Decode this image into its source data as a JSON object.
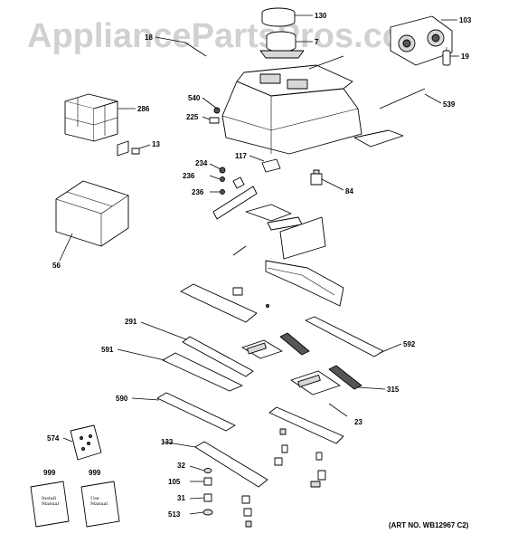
{
  "watermark": "AppliancePartsPros.com",
  "art_number": "(ART NO. WB12967 C2)",
  "manual_text": {
    "left": [
      "Install",
      "Manual"
    ],
    "right": [
      "Use",
      "Manual"
    ]
  },
  "labels": {
    "l130": "130",
    "l103": "103",
    "l18": "18",
    "l7": "7",
    "l19": "19",
    "l540": "540",
    "l286": "286",
    "l225": "225",
    "l539": "539",
    "l13": "13",
    "l117": "117",
    "l234": "234",
    "l236a": "236",
    "l236b": "236",
    "l84": "84",
    "l56": "56",
    "l291": "291",
    "l592": "592",
    "l591": "591",
    "l315": "315",
    "l590": "590",
    "l23": "23",
    "l574": "574",
    "l133": "133",
    "l32": "32",
    "l105": "105",
    "l999a": "999",
    "l999b": "999",
    "l31": "31",
    "l513": "513"
  }
}
